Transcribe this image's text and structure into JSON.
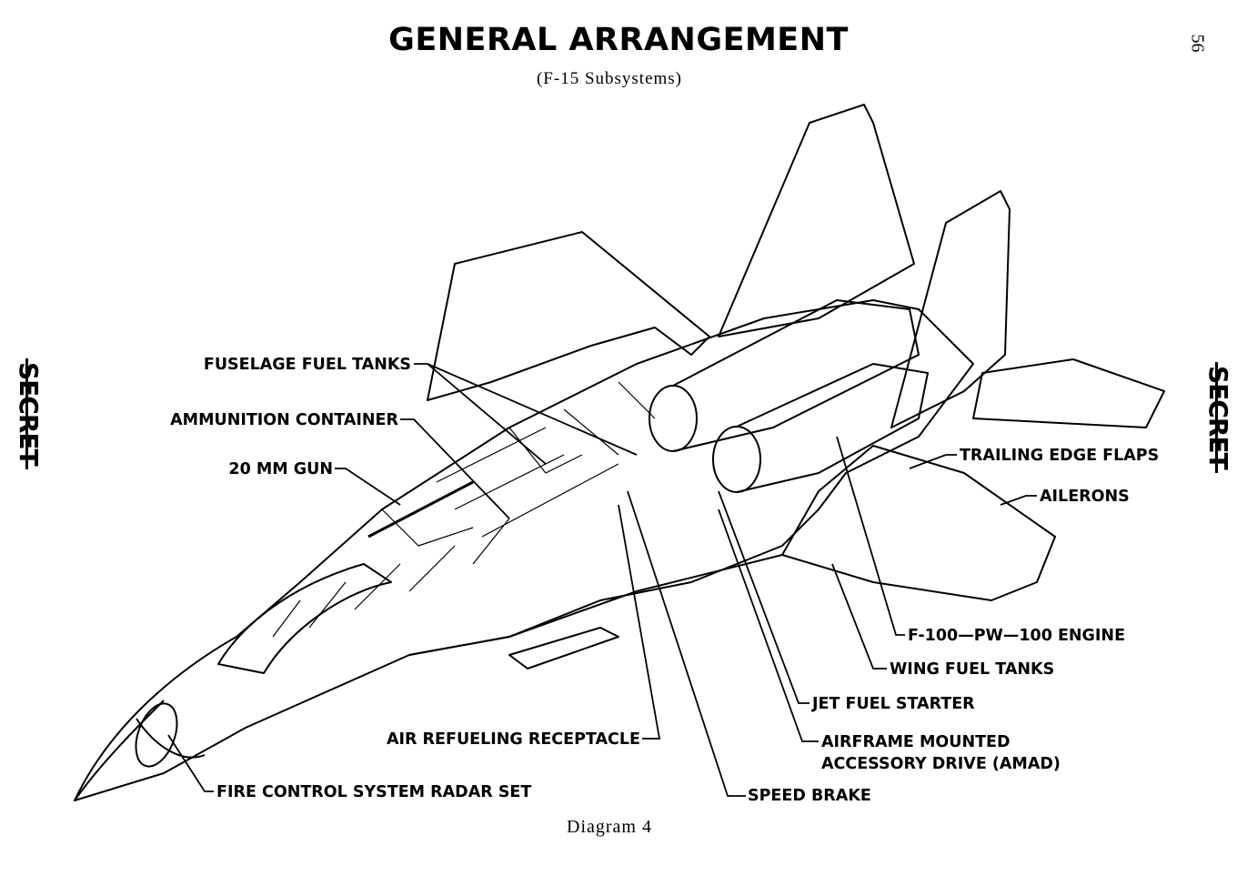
{
  "header": {
    "title": "GENERAL ARRANGEMENT",
    "subtitle": "(F-15 Subsystems)",
    "page_number": "56"
  },
  "classification": {
    "left": "SECRET",
    "right": "SECRET"
  },
  "callouts": {
    "fuselage_fuel_tanks": "FUSELAGE FUEL TANKS",
    "ammunition_container": "AMMUNITION CONTAINER",
    "gun": "20 MM GUN",
    "trailing_edge_flaps": "TRAILING EDGE FLAPS",
    "ailerons": "AILERONS",
    "engine": "F-100—PW—100 ENGINE",
    "wing_fuel_tanks": "WING FUEL TANKS",
    "jet_fuel_starter": "JET FUEL STARTER",
    "amad_line1": "AIRFRAME MOUNTED",
    "amad_line2": "ACCESSORY DRIVE (AMAD)",
    "air_refueling_receptacle": "AIR REFUELING RECEPTACLE",
    "fire_control_radar": "FIRE CONTROL SYSTEM RADAR SET",
    "speed_brake": "SPEED BRAKE"
  },
  "footer": {
    "caption": "Diagram  4"
  }
}
